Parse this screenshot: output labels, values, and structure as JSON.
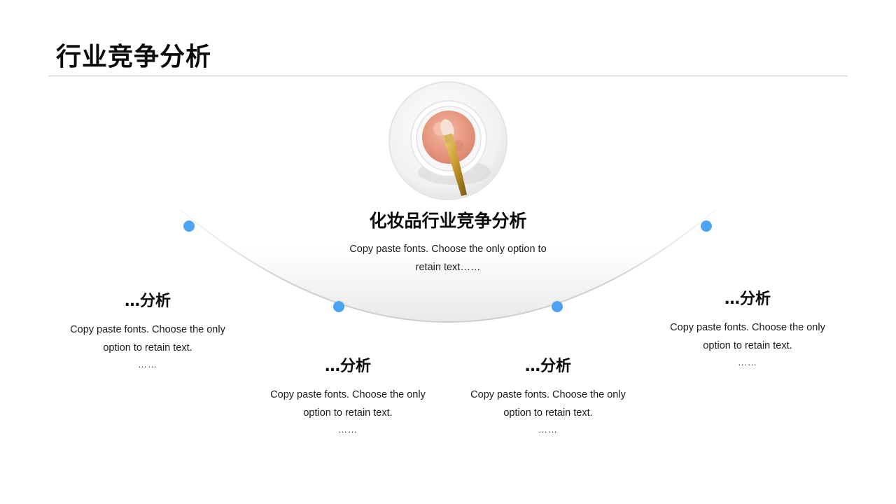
{
  "page": {
    "title": "行业竞争分析"
  },
  "center": {
    "heading": "化妆品行业竞争分析",
    "body": "Copy paste fonts. Choose the only option to retain text……"
  },
  "items": [
    {
      "heading": "…分析",
      "body": "Copy paste fonts. Choose the only option to retain text.",
      "dots": "……"
    },
    {
      "heading": "…分析",
      "body": "Copy paste fonts. Choose the only option to retain text.",
      "dots": "……"
    },
    {
      "heading": "…分析",
      "body": "Copy paste fonts. Choose the only option to retain text.",
      "dots": "……"
    },
    {
      "heading": "…分析",
      "body": "Copy paste fonts. Choose the only option to retain text.",
      "dots": "……"
    }
  ],
  "colors": {
    "accent": "#4da3f2",
    "rule": "#b8b8b8",
    "arc": "#c9c9c9"
  },
  "icons": {
    "photo": "makeup-powder-brush-photo"
  }
}
